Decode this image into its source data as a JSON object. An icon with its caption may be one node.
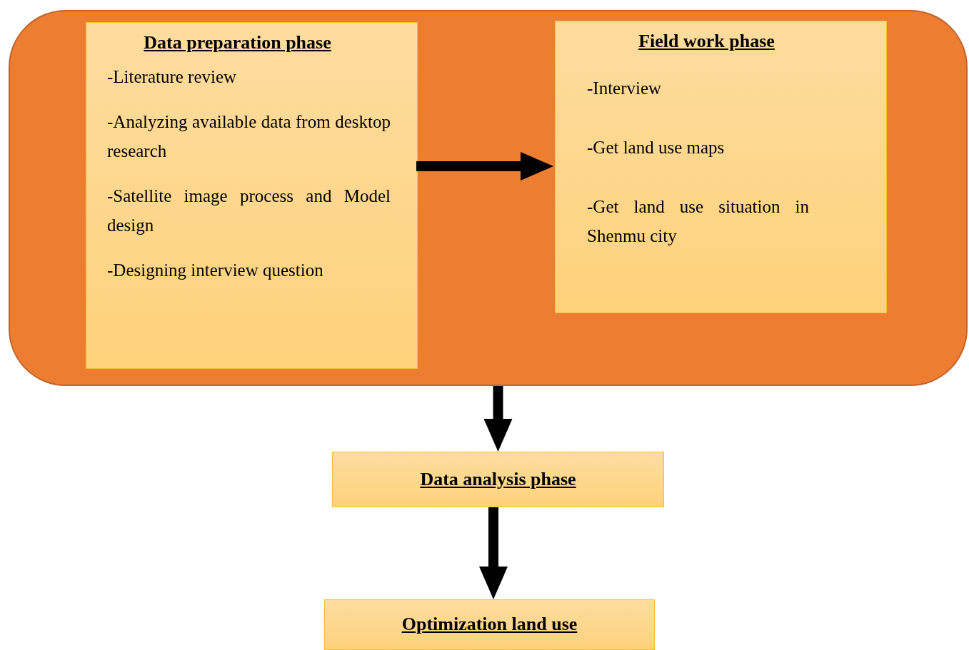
{
  "diagram": {
    "nodes": [
      {
        "text": [],
        "shape": "box"
      },
      {
        "text": [
          "Data preparation phase",
          "-Literature review",
          "-Analyzing available data from desktop research",
          "-Satellite image process and Model design",
          "-Designing interview question"
        ],
        "in": 0
      },
      {
        "text": [
          "Field work phase",
          "-Interview",
          "-Get land use maps",
          "-Get land use situation in Shenmu city"
        ],
        "in": 0
      },
      {
        "text": [
          "Data analysis phase"
        ]
      },
      {
        "text": [
          "Optimization land use"
        ]
      }
    ],
    "edges": [
      {
        "from": 1,
        "to": 2,
        "arrow": "to"
      },
      {
        "from": 0,
        "to": 3,
        "arrow": "to"
      },
      {
        "from": 3,
        "to": 4,
        "arrow": "to"
      }
    ]
  }
}
